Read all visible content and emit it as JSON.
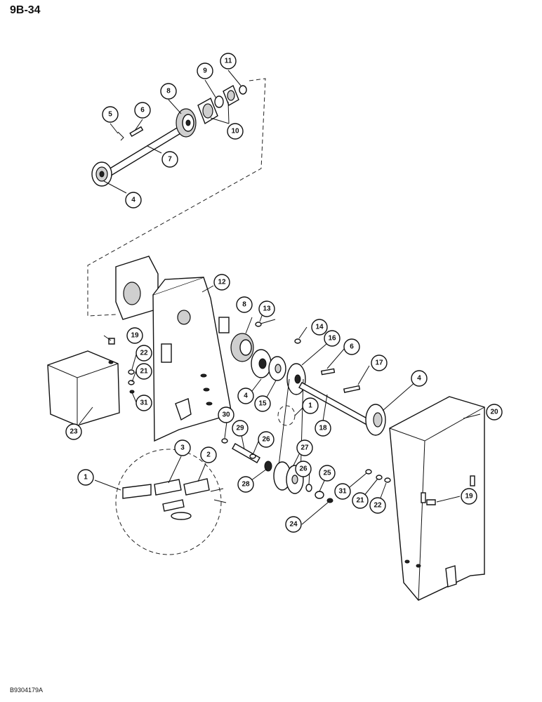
{
  "page": {
    "header": "9B-34",
    "footer": "B9304179A"
  },
  "callouts": [
    {
      "label": "11"
    },
    {
      "label": "9"
    },
    {
      "label": "8"
    },
    {
      "label": "5"
    },
    {
      "label": "6"
    },
    {
      "label": "10"
    },
    {
      "label": "7"
    },
    {
      "label": "4"
    },
    {
      "label": "12"
    },
    {
      "label": "8"
    },
    {
      "label": "13"
    },
    {
      "label": "14"
    },
    {
      "label": "16"
    },
    {
      "label": "19"
    },
    {
      "label": "22"
    },
    {
      "label": "21"
    },
    {
      "label": "31"
    },
    {
      "label": "23"
    },
    {
      "label": "4"
    },
    {
      "label": "15"
    },
    {
      "label": "6"
    },
    {
      "label": "17"
    },
    {
      "label": "4"
    },
    {
      "label": "20"
    },
    {
      "label": "1"
    },
    {
      "label": "18"
    },
    {
      "label": "30"
    },
    {
      "label": "29"
    },
    {
      "label": "26"
    },
    {
      "label": "27"
    },
    {
      "label": "26"
    },
    {
      "label": "25"
    },
    {
      "label": "28"
    },
    {
      "label": "31"
    },
    {
      "label": "21"
    },
    {
      "label": "22"
    },
    {
      "label": "19"
    },
    {
      "label": "24"
    },
    {
      "label": "1"
    },
    {
      "label": "3"
    },
    {
      "label": "2"
    }
  ]
}
